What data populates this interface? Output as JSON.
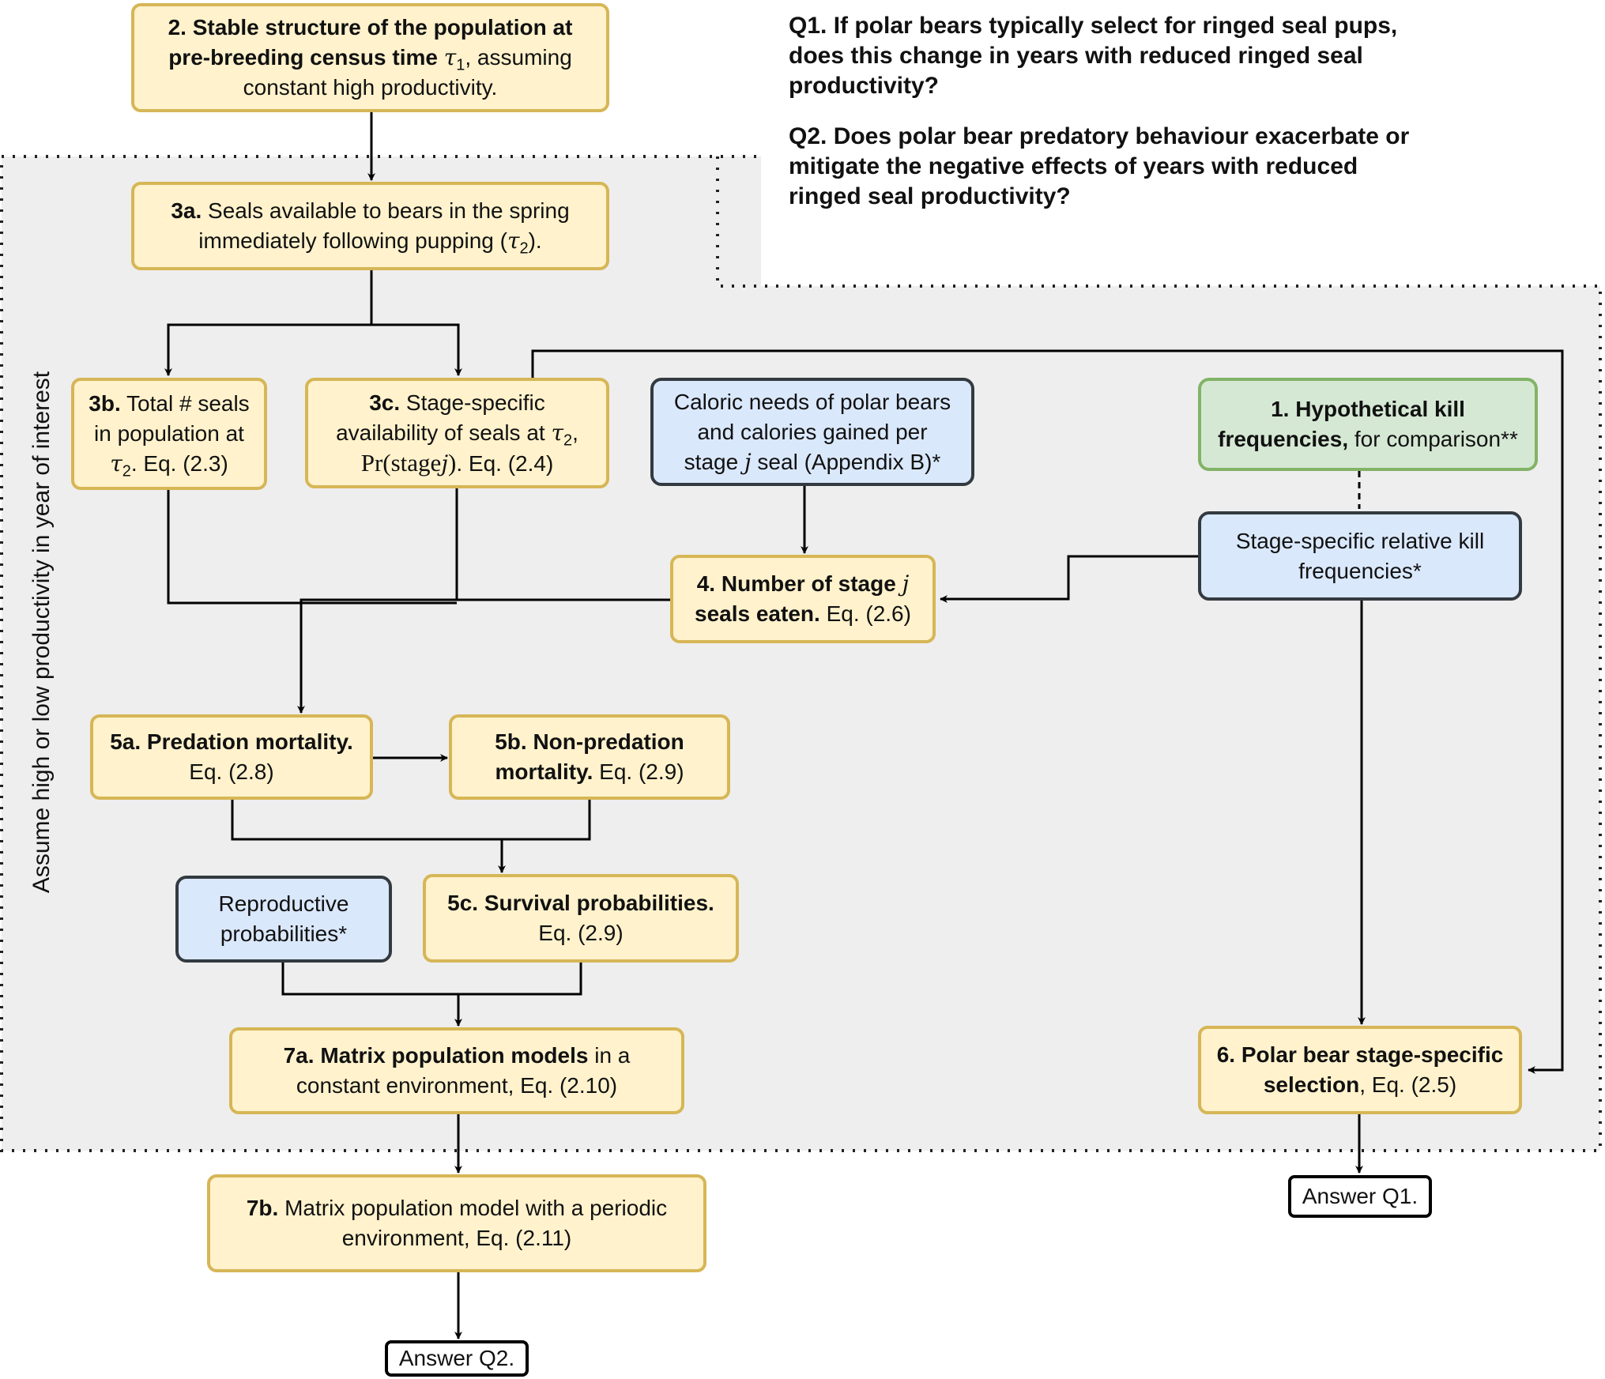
{
  "questions": {
    "q1": [
      "Q1. If polar bears typically select for ringed seal pups,",
      "does this change in years with reduced ringed seal",
      "productivity?"
    ],
    "q2": [
      "Q2. Does polar bear predatory behaviour exacerbate or",
      "mitigate the negative effects of years with reduced",
      "ringed seal productivity?"
    ]
  },
  "region_label": "Assume high or low productivity in year of interest",
  "boxes": {
    "b2": {
      "bold1": "2. Stable structure of the population at",
      "bold2": "pre-breeding census time ",
      "tau": "τ",
      "sub": "1",
      "rest2": ", assuming",
      "line3": "constant high productivity."
    },
    "b3a": {
      "bold": "3a.",
      "b1": " Seals available to bears in the spring",
      "line2a": "immediately following pupping (",
      "tau": "τ",
      "sub": "2",
      "line2b": ")."
    },
    "b3b": {
      "bold": "3b.",
      "t1": " Total # seals",
      "line2": "in population at",
      "tau": "τ",
      "sub": "2",
      "line3b": ". Eq. (2.3)"
    },
    "b3c": {
      "bold": "3c.",
      "t1": " Stage-specific",
      "line2a": "availability of seals at ",
      "tau": "τ",
      "sub": "2",
      "line2b": ",",
      "pr": "Pr(stage",
      "j": "j",
      "pr2": ")",
      "line3b": ". Eq. (2.4)"
    },
    "caloric": {
      "line1": "Caloric needs of polar bears",
      "line2": "and calories gained per",
      "line3a": "stage ",
      "j": "j",
      "line3b": " seal (Appendix B)*"
    },
    "b1": {
      "bold1": "1. Hypothetical kill",
      "bold2": "frequencies,",
      "rest2": " for comparison**"
    },
    "relkill": {
      "line1": "Stage-specific relative kill",
      "line2": "frequencies*"
    },
    "b4": {
      "bold1": "4. Number of stage ",
      "j": "j",
      "bold2": "seals eaten.",
      "rest2": " Eq. (2.6)"
    },
    "b5a": {
      "bold": "5a. Predation mortality.",
      "line2": "Eq. (2.8)"
    },
    "b5b": {
      "bold1": "5b. Non-predation",
      "bold2": "mortality.",
      "rest2": " Eq. (2.9)"
    },
    "repro": {
      "line1": "Reproductive",
      "line2": "probabilities*"
    },
    "b5c": {
      "bold": "5c. Survival probabilities.",
      "line2": "Eq. (2.9)"
    },
    "b7a": {
      "bold": "7a. Matrix population models",
      "rest1": " in a",
      "line2": "constant environment, Eq. (2.10)"
    },
    "b6": {
      "bold1": "6. Polar bear stage-specific",
      "bold2": "selection",
      "rest2": ", Eq. (2.5)"
    },
    "b7b": {
      "bold": "7b.",
      "rest1": " Matrix population model with a periodic",
      "line2": "environment, Eq. (2.11)"
    },
    "ansq1": "Answer Q1.",
    "ansq2": "Answer Q2."
  },
  "colors": {
    "yellow_fill": "#fff2cc",
    "yellow_border": "#d6b656",
    "blue_fill": "#dae8fc",
    "blue_border": "#333a40",
    "green_fill": "#d5e8d4",
    "green_border": "#82b366",
    "region_fill": "#eeeeee"
  }
}
